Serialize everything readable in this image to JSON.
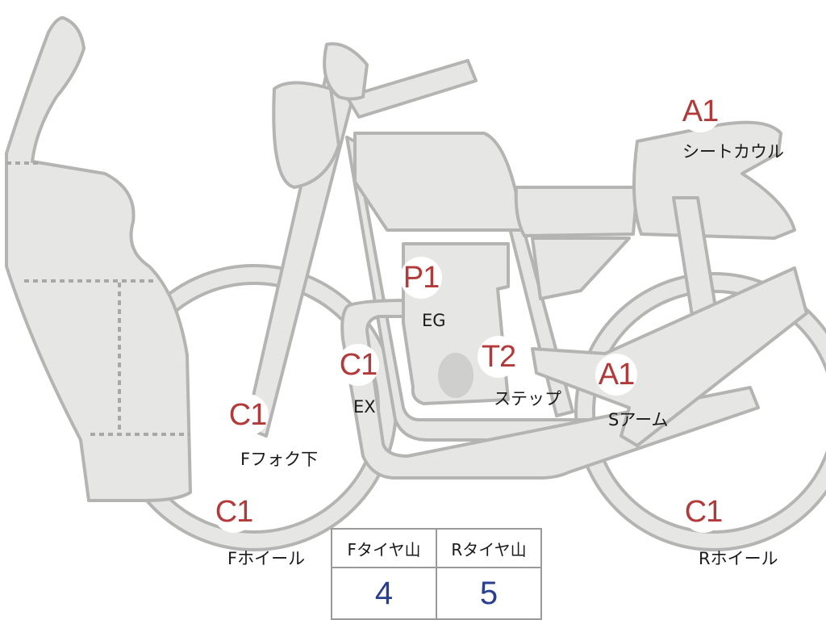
{
  "parts": [
    {
      "id": "seat-cowl",
      "code": "A1",
      "label": "シートカウル"
    },
    {
      "id": "engine",
      "code": "P1",
      "label": "EG"
    },
    {
      "id": "exhaust",
      "code": "C1",
      "label": "EX"
    },
    {
      "id": "step",
      "code": "T2",
      "label": "ステップ"
    },
    {
      "id": "swingarm",
      "code": "A1",
      "label": "Sアーム"
    },
    {
      "id": "front-fork",
      "code": "C1",
      "label": "Fフォク下"
    },
    {
      "id": "front-wheel",
      "code": "C1",
      "label": "Fホイール"
    },
    {
      "id": "rear-wheel",
      "code": "C1",
      "label": "Rホイール"
    }
  ],
  "tread": {
    "front_label": "Fタイヤ山",
    "front_value": "4",
    "rear_label": "Rタイヤ山",
    "rear_value": "5"
  },
  "colors": {
    "fill": "#e6e6e4",
    "stroke": "#b4b4b2",
    "code": "#b23a3a",
    "value": "#2a3f8f"
  }
}
